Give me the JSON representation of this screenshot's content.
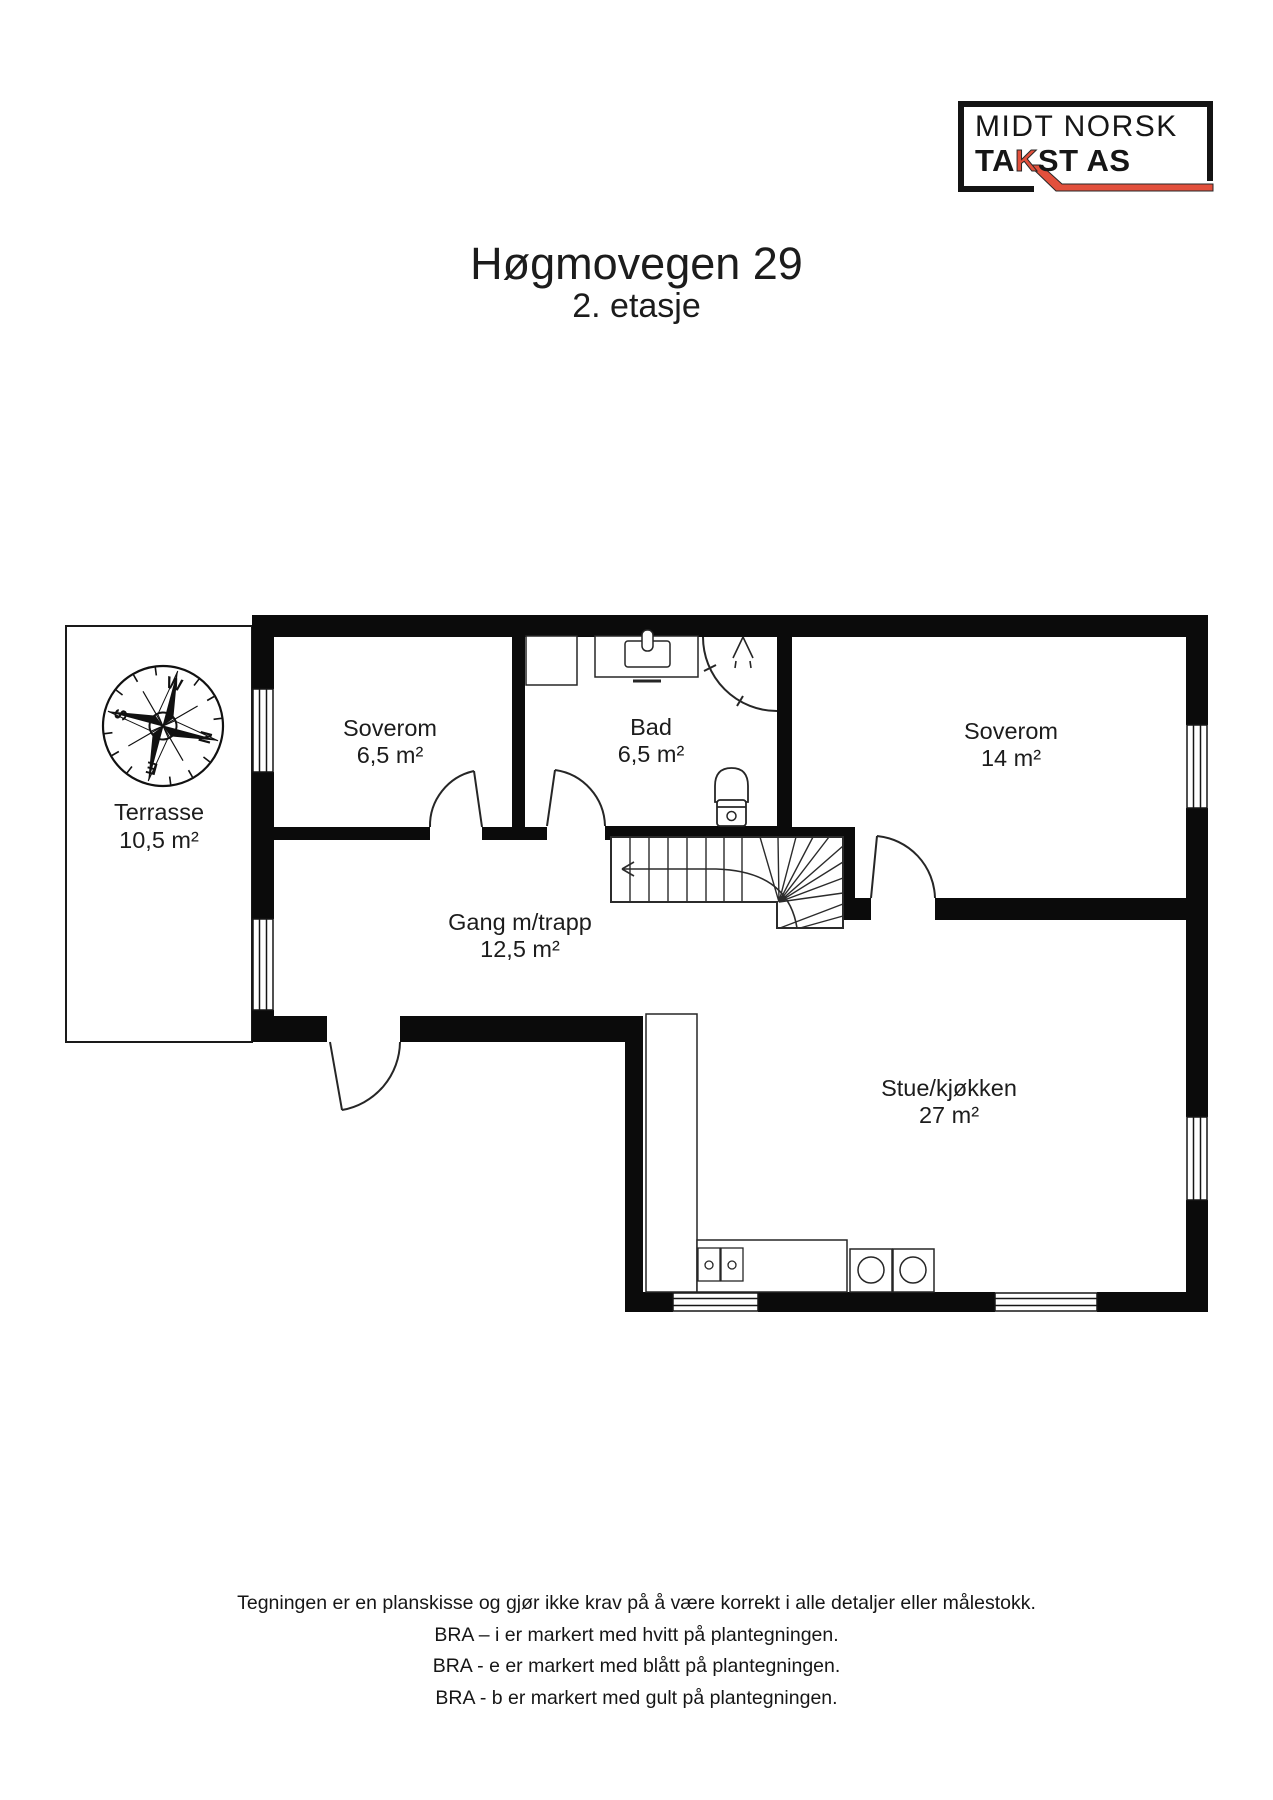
{
  "header": {
    "title": "Høgmovegen 29",
    "subtitle": "2. etasje"
  },
  "logo": {
    "line1": "MIDT NORSK",
    "line2_ta": "TA",
    "line2_k": "K",
    "line2_rest": "ST AS",
    "accent_color": "#e2503c",
    "text_color": "#161616"
  },
  "compass": {
    "n": "N",
    "e": "E",
    "s": "S",
    "w": "W",
    "rotation_deg": 105
  },
  "rooms": [
    {
      "id": "terrasse",
      "name": "Terrasse",
      "area": "10,5 m²"
    },
    {
      "id": "soverom-1",
      "name": "Soverom",
      "area": "6,5 m²"
    },
    {
      "id": "bad",
      "name": "Bad",
      "area": "6,5 m²"
    },
    {
      "id": "soverom-2",
      "name": "Soverom",
      "area": "14 m²"
    },
    {
      "id": "gang",
      "name": "Gang m/trapp",
      "area": "12,5 m²"
    },
    {
      "id": "stue-kjokken",
      "name": "Stue/kjøkken",
      "area": "27 m²"
    }
  ],
  "colors": {
    "wall": "#0b0b0b",
    "line": "#222222",
    "accent": "#e2503c"
  },
  "footer": {
    "lines": [
      "Tegningen er en planskisse og gjør ikke krav på å være korrekt i alle detaljer eller målestokk.",
      "BRA – i er markert med hvitt på plantegningen.",
      "BRA - e er markert med blått på plantegningen.",
      "BRA - b er markert med gult på plantegningen."
    ]
  }
}
